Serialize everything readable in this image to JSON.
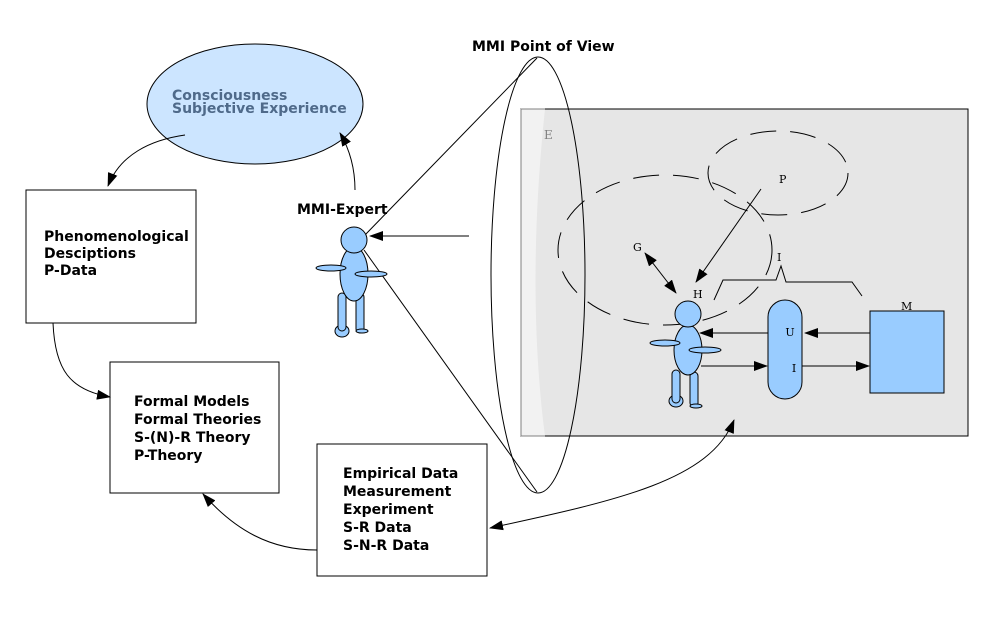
{
  "title": "MMI Point of View",
  "consciousness": {
    "lines": [
      "Consciousness",
      "Subjective Experience"
    ]
  },
  "phenomenological": {
    "lines": [
      "Phenomenological",
      "Desciptions",
      "P-Data"
    ]
  },
  "formal": {
    "lines": [
      "Formal Models",
      "Formal Theories",
      "S-(N)-R Theory",
      "P-Theory"
    ]
  },
  "empirical": {
    "lines": [
      "Empirical Data",
      "Measurement",
      "Experiment",
      "S-R Data",
      "S-N-R Data"
    ]
  },
  "expert": {
    "label": "MMI-Expert"
  },
  "system": {
    "environment_label": "E",
    "process_label": "P",
    "group_label": "G",
    "human_label": "H",
    "interface_label": "I",
    "machine_label": "M",
    "ui_labels": [
      "U",
      "I"
    ]
  },
  "colors": {
    "figure_fill": "#99ccff",
    "consciousness_fill": "#cce5ff",
    "system_bg": "#e6e6e6",
    "environment_bg": "#f2f2f2"
  }
}
